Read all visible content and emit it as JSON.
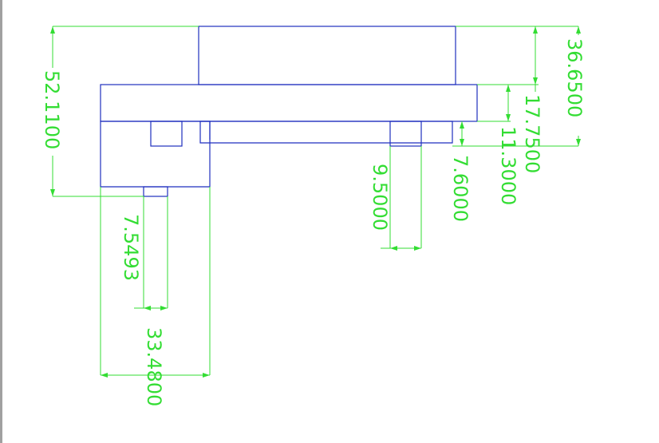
{
  "drawing": {
    "colors": {
      "geometry": "#1f2fbf",
      "dimensions": "#33dd33",
      "background": "#ffffff"
    },
    "dimensions": {
      "d_36_65": "36.6500",
      "d_52_11": "52.1100",
      "d_17_75": "17.7500",
      "d_11_30": "11.3000",
      "d_7_60": "7.6000",
      "d_9_50": "9.5000",
      "d_7_5493": "7.5493",
      "d_33_48": "33.4800"
    }
  }
}
